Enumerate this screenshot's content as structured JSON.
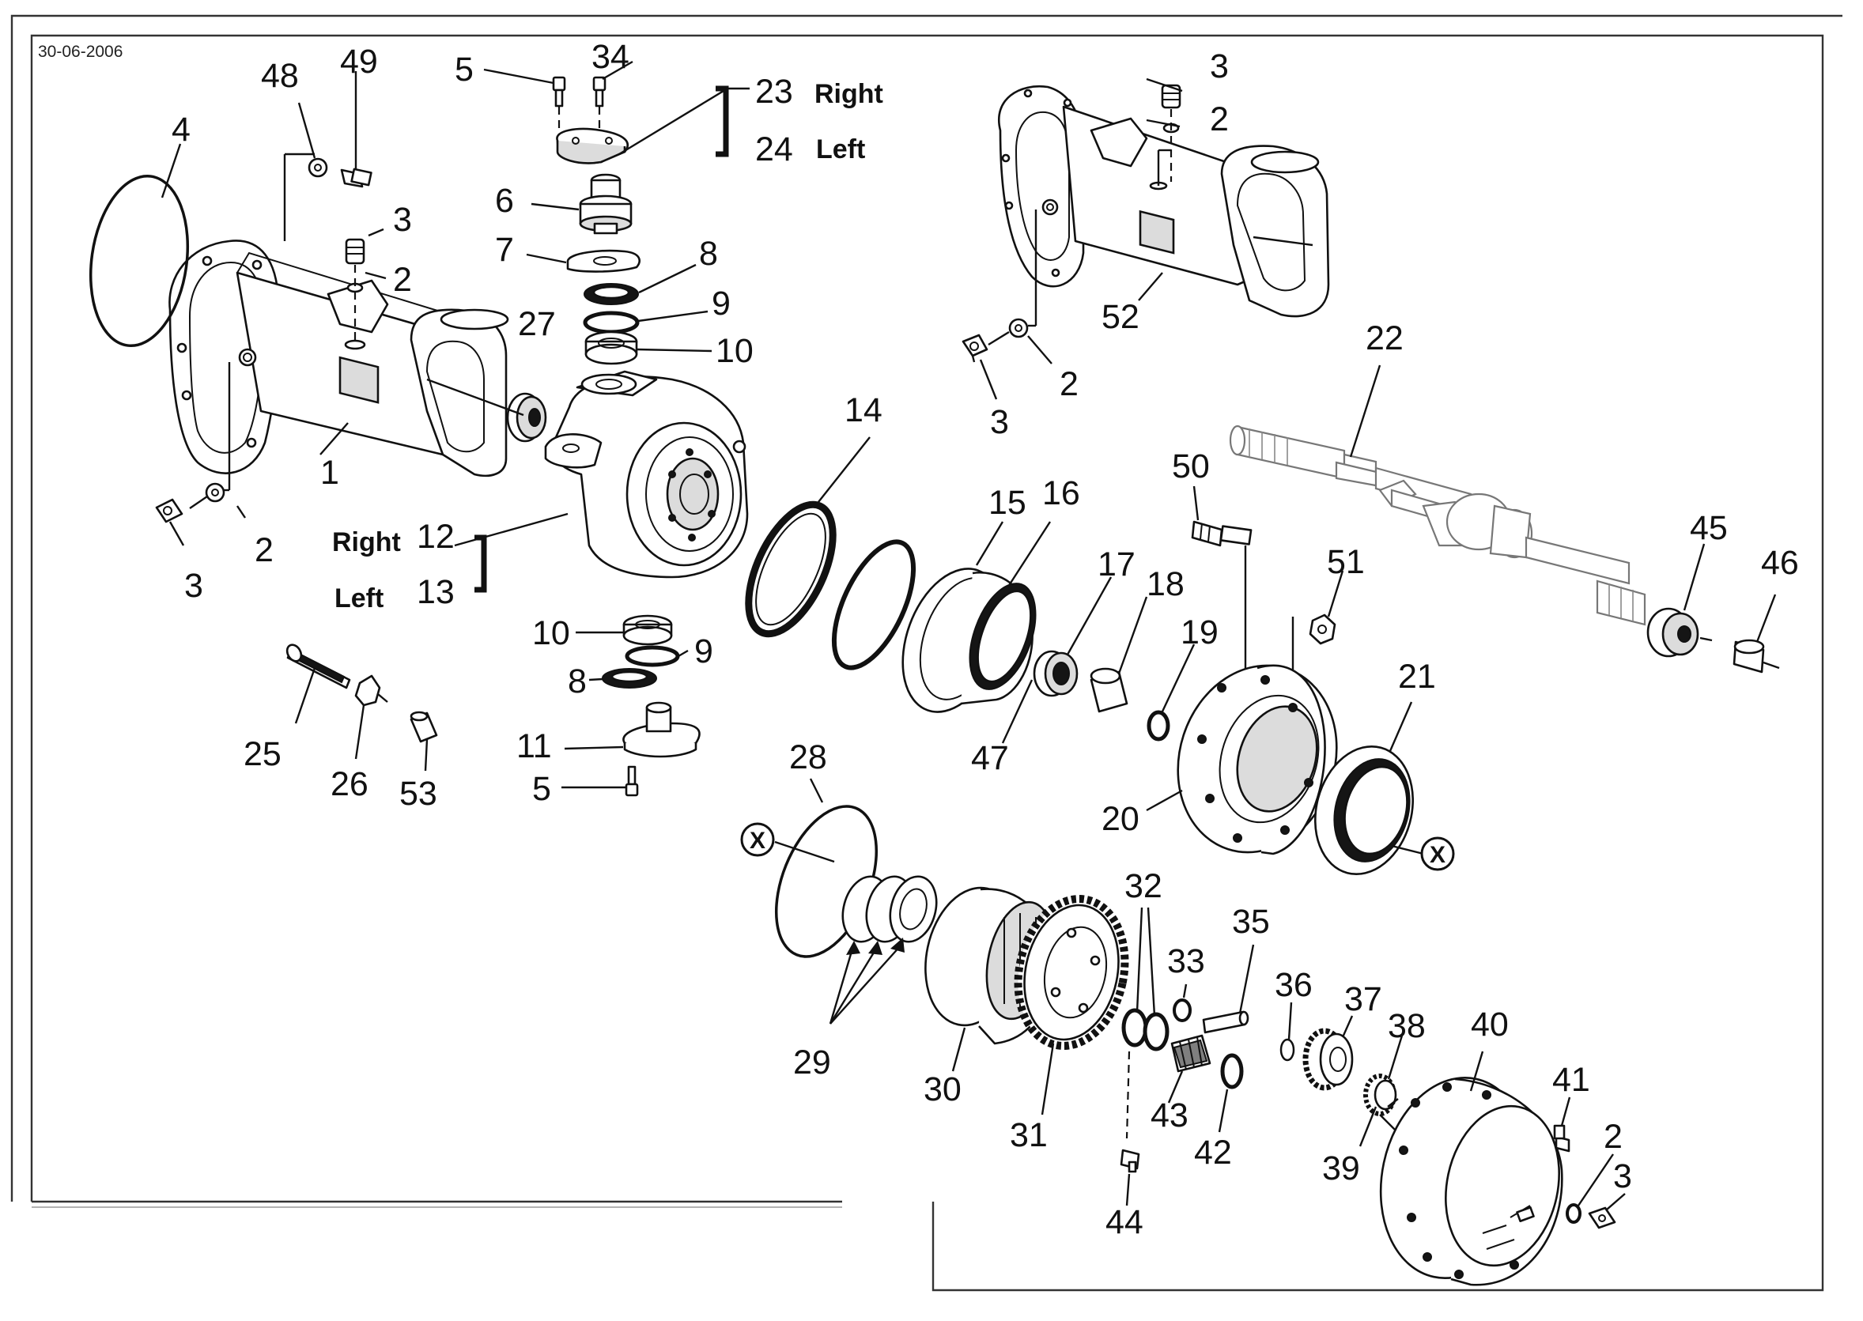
{
  "document": {
    "date": "30-06-2006"
  },
  "callouts": [
    {
      "id": "p1",
      "label": "1"
    },
    {
      "id": "p2a",
      "label": "2"
    },
    {
      "id": "p2b",
      "label": "2"
    },
    {
      "id": "p2c",
      "label": "2"
    },
    {
      "id": "p2d",
      "label": "2"
    },
    {
      "id": "p2e",
      "label": "2"
    },
    {
      "id": "p3a",
      "label": "3"
    },
    {
      "id": "p3b",
      "label": "3"
    },
    {
      "id": "p3c",
      "label": "3"
    },
    {
      "id": "p3d",
      "label": "3"
    },
    {
      "id": "p3e",
      "label": "3"
    },
    {
      "id": "p4",
      "label": "4"
    },
    {
      "id": "p5a",
      "label": "5"
    },
    {
      "id": "p5b",
      "label": "5"
    },
    {
      "id": "p6",
      "label": "6"
    },
    {
      "id": "p7",
      "label": "7"
    },
    {
      "id": "p8a",
      "label": "8"
    },
    {
      "id": "p8b",
      "label": "8"
    },
    {
      "id": "p9a",
      "label": "9"
    },
    {
      "id": "p9b",
      "label": "9"
    },
    {
      "id": "p10a",
      "label": "10"
    },
    {
      "id": "p10b",
      "label": "10"
    },
    {
      "id": "p11",
      "label": "11"
    },
    {
      "id": "p12",
      "label": "12"
    },
    {
      "id": "p13",
      "label": "13"
    },
    {
      "id": "p14",
      "label": "14"
    },
    {
      "id": "p15",
      "label": "15"
    },
    {
      "id": "p16",
      "label": "16"
    },
    {
      "id": "p17",
      "label": "17"
    },
    {
      "id": "p18",
      "label": "18"
    },
    {
      "id": "p19",
      "label": "19"
    },
    {
      "id": "p20",
      "label": "20"
    },
    {
      "id": "p21",
      "label": "21"
    },
    {
      "id": "p22",
      "label": "22"
    },
    {
      "id": "p23",
      "label": "23"
    },
    {
      "id": "p24",
      "label": "24"
    },
    {
      "id": "p25",
      "label": "25"
    },
    {
      "id": "p26",
      "label": "26"
    },
    {
      "id": "p27",
      "label": "27"
    },
    {
      "id": "p28",
      "label": "28"
    },
    {
      "id": "p29",
      "label": "29"
    },
    {
      "id": "p30",
      "label": "30"
    },
    {
      "id": "p31",
      "label": "31"
    },
    {
      "id": "p32",
      "label": "32"
    },
    {
      "id": "p33",
      "label": "33"
    },
    {
      "id": "p34",
      "label": "34"
    },
    {
      "id": "p35",
      "label": "35"
    },
    {
      "id": "p36",
      "label": "36"
    },
    {
      "id": "p37",
      "label": "37"
    },
    {
      "id": "p38",
      "label": "38"
    },
    {
      "id": "p39",
      "label": "39"
    },
    {
      "id": "p40",
      "label": "40"
    },
    {
      "id": "p41",
      "label": "41"
    },
    {
      "id": "p42",
      "label": "42"
    },
    {
      "id": "p43",
      "label": "43"
    },
    {
      "id": "p44",
      "label": "44"
    },
    {
      "id": "p45",
      "label": "45"
    },
    {
      "id": "p46",
      "label": "46"
    },
    {
      "id": "p47",
      "label": "47"
    },
    {
      "id": "p48",
      "label": "48"
    },
    {
      "id": "p49",
      "label": "49"
    },
    {
      "id": "p50",
      "label": "50"
    },
    {
      "id": "p51",
      "label": "51"
    },
    {
      "id": "p52",
      "label": "52"
    },
    {
      "id": "p53",
      "label": "53"
    }
  ],
  "side_labels": {
    "right_top": "Right",
    "left_top": "Left",
    "right_mid": "Right",
    "left_mid": "Left"
  },
  "connection_markers": {
    "marker_a": "X",
    "marker_b": "X"
  }
}
